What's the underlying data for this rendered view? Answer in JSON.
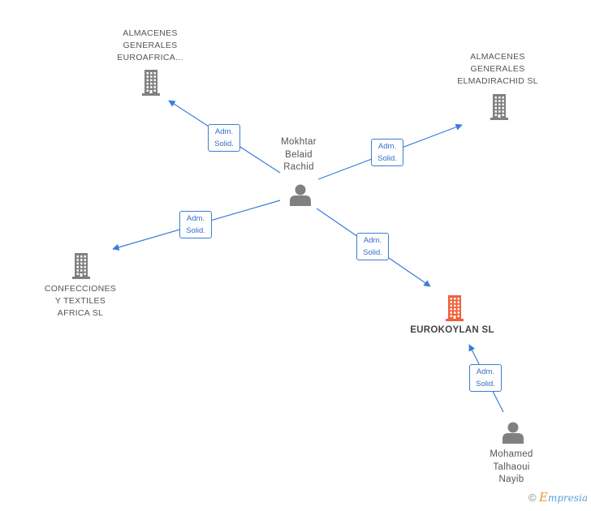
{
  "nodes": {
    "almacenes_euroafrica": {
      "lines": [
        "ALMACENES",
        "GENERALES",
        "EUROAFRICA..."
      ],
      "type": "company"
    },
    "almacenes_elmadirachid": {
      "lines": [
        "ALMACENES",
        "GENERALES",
        "ELMADIRACHID SL"
      ],
      "type": "company"
    },
    "confecciones": {
      "lines": [
        "CONFECCIONES",
        "Y TEXTILES",
        "AFRICA SL"
      ],
      "type": "company"
    },
    "eurokoylan": {
      "lines": [
        "EUROKOYLAN SL"
      ],
      "type": "company-main"
    },
    "mokhtar": {
      "lines": [
        "Mokhtar",
        "Belaid",
        "Rachid"
      ],
      "type": "person"
    },
    "mohamed": {
      "lines": [
        "Mohamed",
        "Talhaoui",
        "Nayib"
      ],
      "type": "person"
    }
  },
  "edges": [
    {
      "from": "mokhtar",
      "to": "almacenes_euroafrica",
      "label": [
        "Adm.",
        "Solid."
      ]
    },
    {
      "from": "mokhtar",
      "to": "almacenes_elmadirachid",
      "label": [
        "Adm.",
        "Solid."
      ]
    },
    {
      "from": "mokhtar",
      "to": "confecciones",
      "label": [
        "Adm.",
        "Solid."
      ]
    },
    {
      "from": "mokhtar",
      "to": "eurokoylan",
      "label": [
        "Adm.",
        "Solid."
      ]
    },
    {
      "from": "mohamed",
      "to": "eurokoylan",
      "label": [
        "Adm.",
        "Solid."
      ]
    }
  ],
  "colors": {
    "company": "#808080",
    "main": "#f0603a",
    "person": "#808080",
    "edge": "#3b7dd8"
  },
  "footer": {
    "copyright": "©",
    "brand_first": "E",
    "brand_rest": "mpresia"
  }
}
